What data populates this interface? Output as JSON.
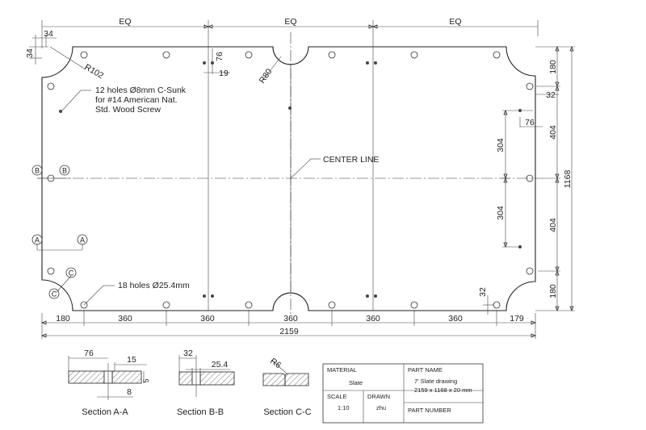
{
  "drawing": {
    "top_dims": {
      "eq_left": "EQ",
      "eq_mid": "EQ",
      "eq_right": "EQ",
      "d34_h": "34",
      "d34_v": "34"
    },
    "corner_radius": "R102",
    "side_radius": "R80",
    "dim_76_top": "76",
    "dim_19": "19",
    "dim_32_right": "32",
    "dim_76_right": "76",
    "dim_304_upper": "304",
    "dim_304_lower": "304",
    "right_dims": {
      "d180_top": "180",
      "d404_top": "404",
      "d404_bot": "404",
      "d180_bot": "180",
      "d1168": "1168"
    },
    "dim_32_bottom": "32",
    "bottom_dims": {
      "d180": "180",
      "d360_1": "360",
      "d360_2": "360",
      "d360_3": "360",
      "d360_4": "360",
      "d360_5": "360",
      "d179": "179",
      "d2159": "2159"
    },
    "notes": {
      "holes_12_line1": "12 holes Ø8mm C-Sunk",
      "holes_12_line2": "for #14 American Nat.",
      "holes_12_line3": "Std. Wood Screw",
      "center_line": "CENTER LINE",
      "holes_18": "18 holes Ø25.4mm"
    },
    "section_markers": {
      "a": "A",
      "b": "B",
      "c": "C"
    },
    "sections": {
      "a": {
        "title": "Section A-A",
        "dim_76": "76",
        "dim_15": "15",
        "dim_8": "8",
        "dim_5": "5"
      },
      "b": {
        "title": "Section B-B",
        "dim_32": "32",
        "dim_25_4": "25.4"
      },
      "c": {
        "title": "Section C-C",
        "dim_r6": "R6"
      }
    }
  },
  "title_block": {
    "material_label": "MATERIAL",
    "material_value": "Slate",
    "scale_label": "SCALE",
    "scale_value": "1:10",
    "drawn_label": "DRAWN",
    "drawn_value": "zhu",
    "part_name_label": "PART NAME",
    "part_name_line1": "7' Slate drawing",
    "part_name_line2": "2159 x 1168 x 20 mm",
    "part_number_label": "PART NUMBER"
  }
}
